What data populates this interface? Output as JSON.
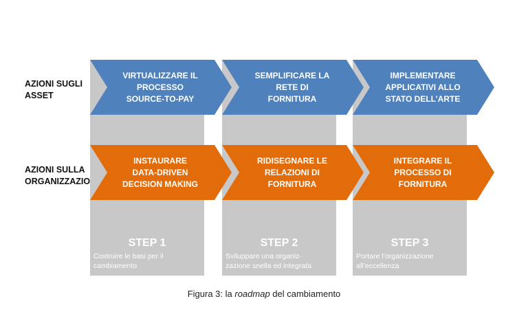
{
  "row_labels": {
    "assets": [
      "AZIONI SUGLI",
      "ASSET"
    ],
    "organization": [
      "AZIONI SULLA",
      "ORGANIZZAZIONE"
    ]
  },
  "asset_actions": [
    "VIRTUALIZZARE IL\nPROCESSO\nSOURCE-TO-PAY",
    "SEMPLIFICARE LA\nRETE DI\nFORNITURA",
    "IMPLEMENTARE\nAPPLICATIVI ALLO\nSTATO DELL’ARTE"
  ],
  "organization_actions": [
    "INSTAURARE\nDATA-DRIVEN\nDECISION MAKING",
    "RIDISEGNARE LE\nRELAZIONI DI\nFORNITURA",
    "INTEGRARE IL\nPROCESSO DI\nFORNITURA"
  ],
  "steps": [
    {
      "title": "STEP 1",
      "description": "Costruire le basi per il\ncambiamento"
    },
    {
      "title": "STEP 2",
      "description": "Sviluppare una organiz-\nzazione snella ed integrata"
    },
    {
      "title": "STEP 3",
      "description": "Portare l’organizzazione\nall’eccellenza"
    }
  ],
  "caption": {
    "prefix": "Figura 3: la ",
    "emphasis": "roadmap",
    "suffix": " del cambiamento"
  },
  "colors": {
    "asset_chevron": "#4f81bd",
    "organization_chevron": "#e36c0a",
    "column_background": "#c8c8c8"
  }
}
